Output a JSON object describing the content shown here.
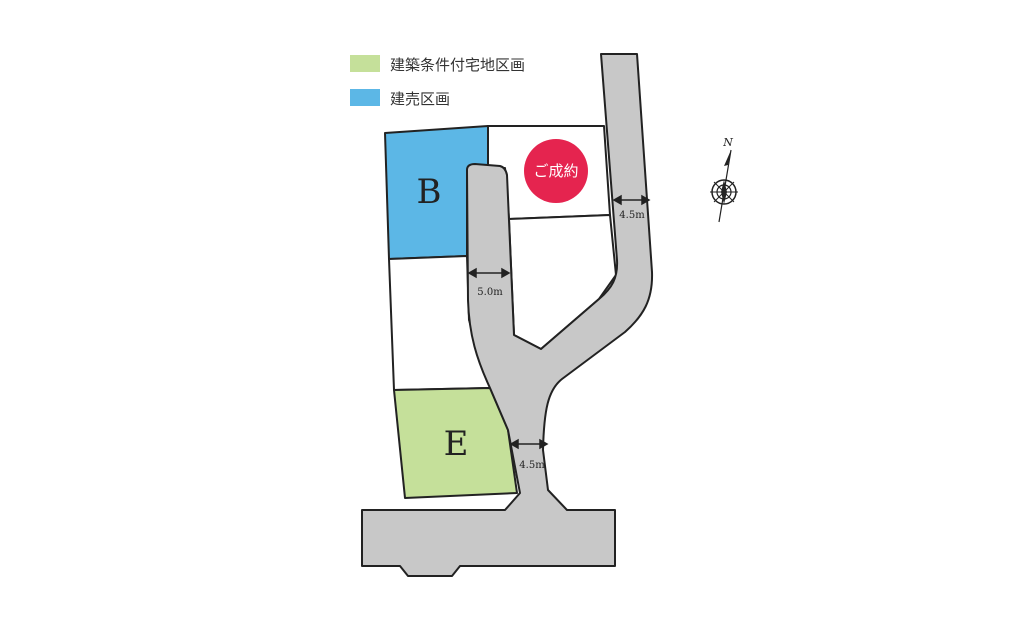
{
  "legend": {
    "items": [
      {
        "label": "建築条件付宅地区画",
        "color": "#c5e09a"
      },
      {
        "label": "建売区画",
        "color": "#5cb7e6"
      }
    ]
  },
  "lots": {
    "b_label": "B",
    "e_label": "E"
  },
  "badge": {
    "label": "ご成約",
    "color": "#e5244f"
  },
  "road_widths": {
    "top_right": "4.5m",
    "middle": "5.0m",
    "bottom": "4.5m"
  },
  "compass": {
    "north": "N"
  },
  "colors": {
    "road": "#c8c8c8",
    "outline": "#222222",
    "lot_building_condition": "#c5e09a",
    "lot_for_sale": "#5cb7e6",
    "lot_empty": "#ffffff",
    "sold": "#e5244f"
  }
}
